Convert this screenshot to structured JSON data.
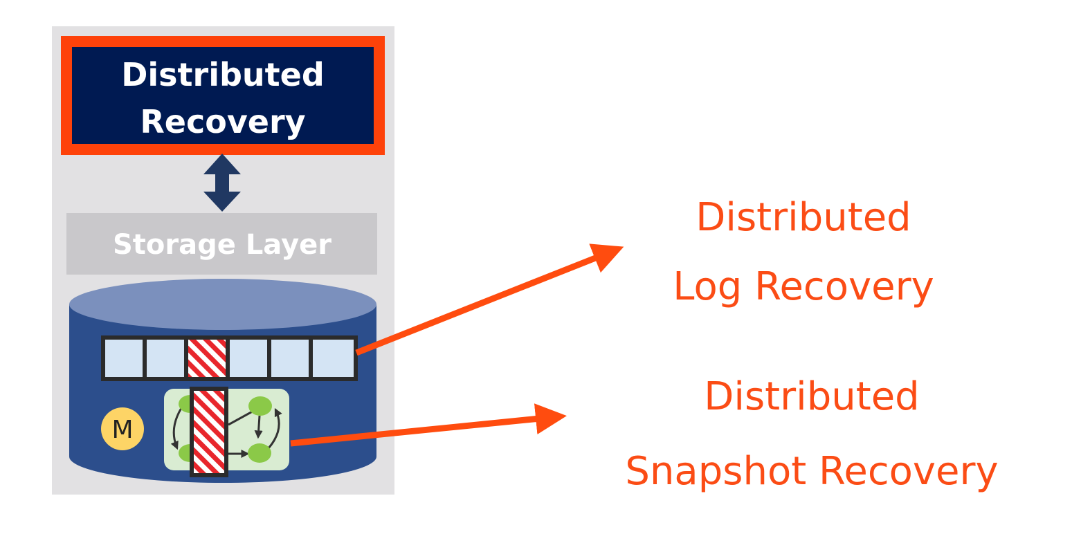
{
  "diagram": {
    "recovery_block": {
      "line1": "Distributed",
      "line2": "Recovery"
    },
    "storage_layer_label": "Storage Layer",
    "master_badge": "M",
    "log_recovery_label": {
      "line1": "Distributed",
      "line2": "Log Recovery"
    },
    "snapshot_recovery_label": {
      "line1": "Distributed",
      "line2": "Snapshot Recovery"
    },
    "colors": {
      "panel_background": "#e2e1e3",
      "recovery_fill": "#001a52",
      "recovery_border": "#fe420a",
      "storage_layer": "#c9c8cb",
      "database_body": "#2c4e8c",
      "database_top": "#7b90bd",
      "log_cell": "#d4e4f4",
      "snapshot_box": "#d9ecd2",
      "graph_node": "#8bc948",
      "master_badge": "#fdd466",
      "accent": "#ff4c0f",
      "double_arrow": "#203862"
    }
  }
}
